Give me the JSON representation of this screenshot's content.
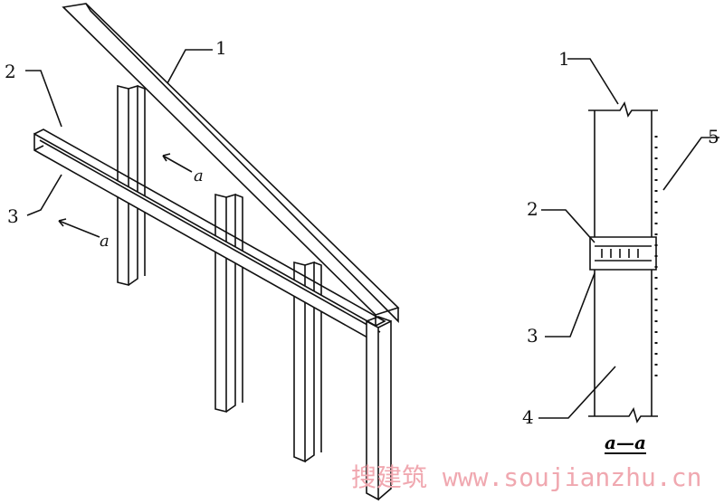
{
  "labels": {
    "l1_left": "1",
    "l2_left": "2",
    "l3_left": "3",
    "a_upper": "a",
    "a_lower": "a",
    "l1_right": "1",
    "l5_right": "5",
    "l2_right": "2",
    "l3_right": "3",
    "l4_right": "4"
  },
  "section_title": "a—a",
  "watermark": "搜建筑 www.soujianzhu.cn",
  "colors": {
    "line": "#111111",
    "watermark": "#f0a8b0"
  }
}
